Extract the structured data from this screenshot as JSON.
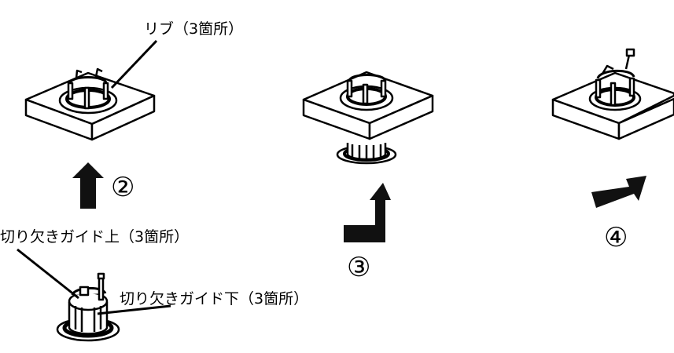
{
  "labels": {
    "rib": "リブ（3箇所）",
    "notch_upper": "切り欠きガイド上（3箇所）",
    "notch_lower": "切り欠きガイド下（3箇所）"
  },
  "steps": {
    "step2": "②",
    "step3": "③",
    "step4": "④"
  },
  "colors": {
    "line": "#000000",
    "fill": "#ffffff",
    "arrow": "#111111"
  }
}
